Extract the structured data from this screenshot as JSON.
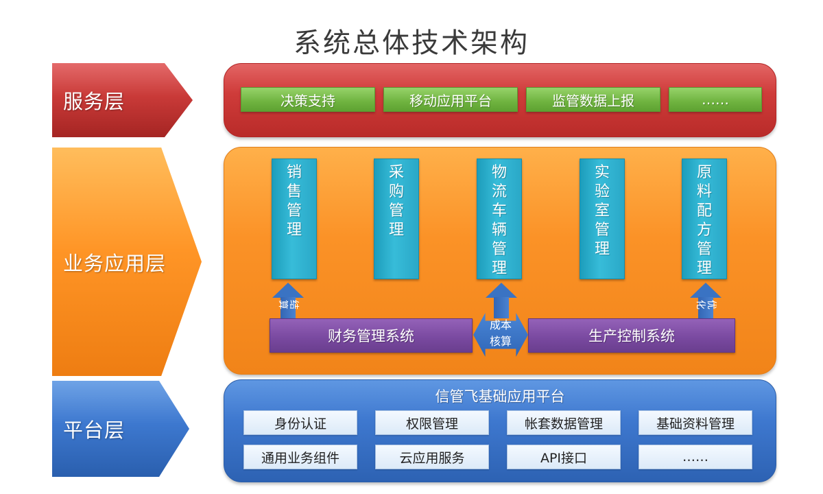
{
  "title": "系统总体技术架构",
  "layers": {
    "service": "服务层",
    "business": "业务应用层",
    "platform": "平台层"
  },
  "service_items": [
    "决策支持",
    "移动应用平台",
    "监管数据上报",
    "……"
  ],
  "business_modules": [
    {
      "chars": [
        "销",
        "售",
        "管",
        "理"
      ]
    },
    {
      "chars": [
        "采",
        "购",
        "管",
        "理"
      ]
    },
    {
      "chars": [
        "物",
        "流",
        "车",
        "辆",
        "管",
        "理"
      ]
    },
    {
      "chars": [
        "实",
        "验",
        "室",
        "管",
        "理"
      ]
    },
    {
      "chars": [
        "原",
        "料",
        "配",
        "方",
        "管",
        "理"
      ]
    }
  ],
  "arrows": {
    "left_up": "结算",
    "right_up": "优化",
    "middle_top": "成本",
    "middle_bottom": "核算"
  },
  "systems": {
    "finance": "财务管理系统",
    "production": "生产控制系统"
  },
  "platform": {
    "title": "信管飞基础应用平台",
    "row1": [
      "身份认证",
      "权限管理",
      "帐套数据管理",
      "基础资料管理"
    ],
    "row2": [
      "通用业务组件",
      "云应用服务",
      "API接口",
      "……"
    ]
  },
  "colors": {
    "service": "#c93a38",
    "business": "#fb9227",
    "platform": "#3e78cf",
    "green_box": "#6fb33f",
    "cyan_column": "#37bcd9",
    "purple_bar": "#7a4aa1"
  }
}
